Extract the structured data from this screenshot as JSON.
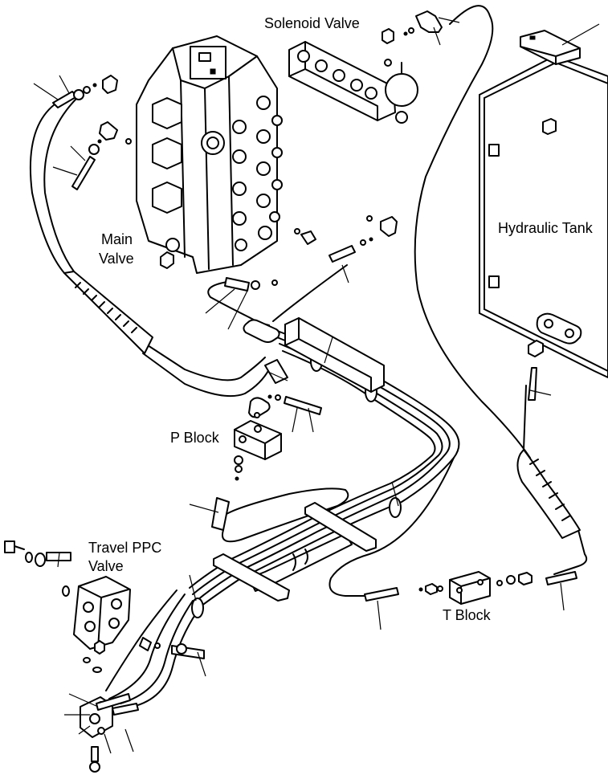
{
  "labels": {
    "solenoid_valve": "Solenoid Valve",
    "main_valve_line1": "Main",
    "main_valve_line2": "Valve",
    "hydraulic_tank": "Hydraulic Tank",
    "p_block": "P Block",
    "travel_ppc_line1": "Travel PPC",
    "travel_ppc_line2": "Valve",
    "t_block": "T Block"
  }
}
